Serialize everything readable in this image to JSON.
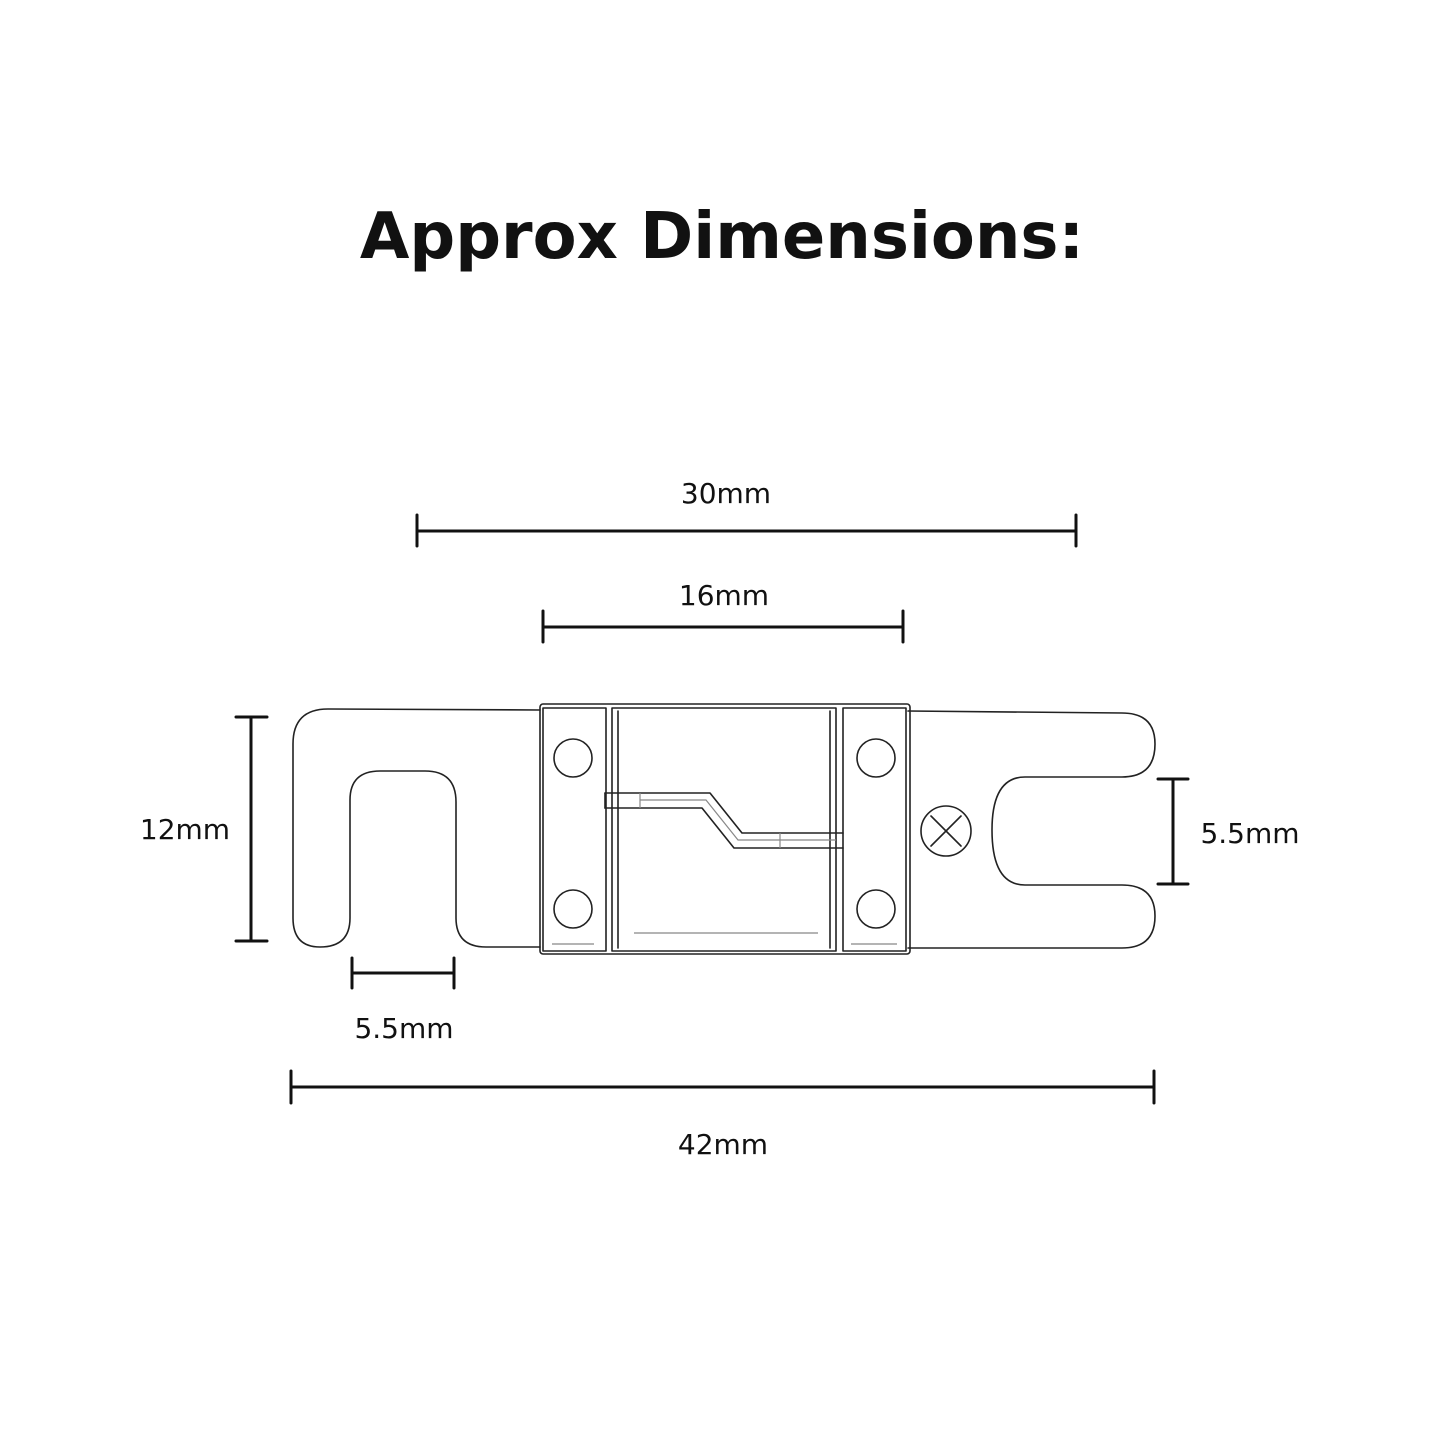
{
  "title": "Approx Dimensions:",
  "dimensions": {
    "body_length": "30mm",
    "body_width": "16mm",
    "height": "12mm",
    "slot_width_left": "5.5mm",
    "slot_width_right": "5.5mm",
    "total_length": "42mm"
  },
  "icons": {
    "mounting_hole": "circle-hole-icon",
    "cross_mark": "circle-x-icon"
  },
  "colors": {
    "line": "#111111",
    "background": "#ffffff"
  }
}
